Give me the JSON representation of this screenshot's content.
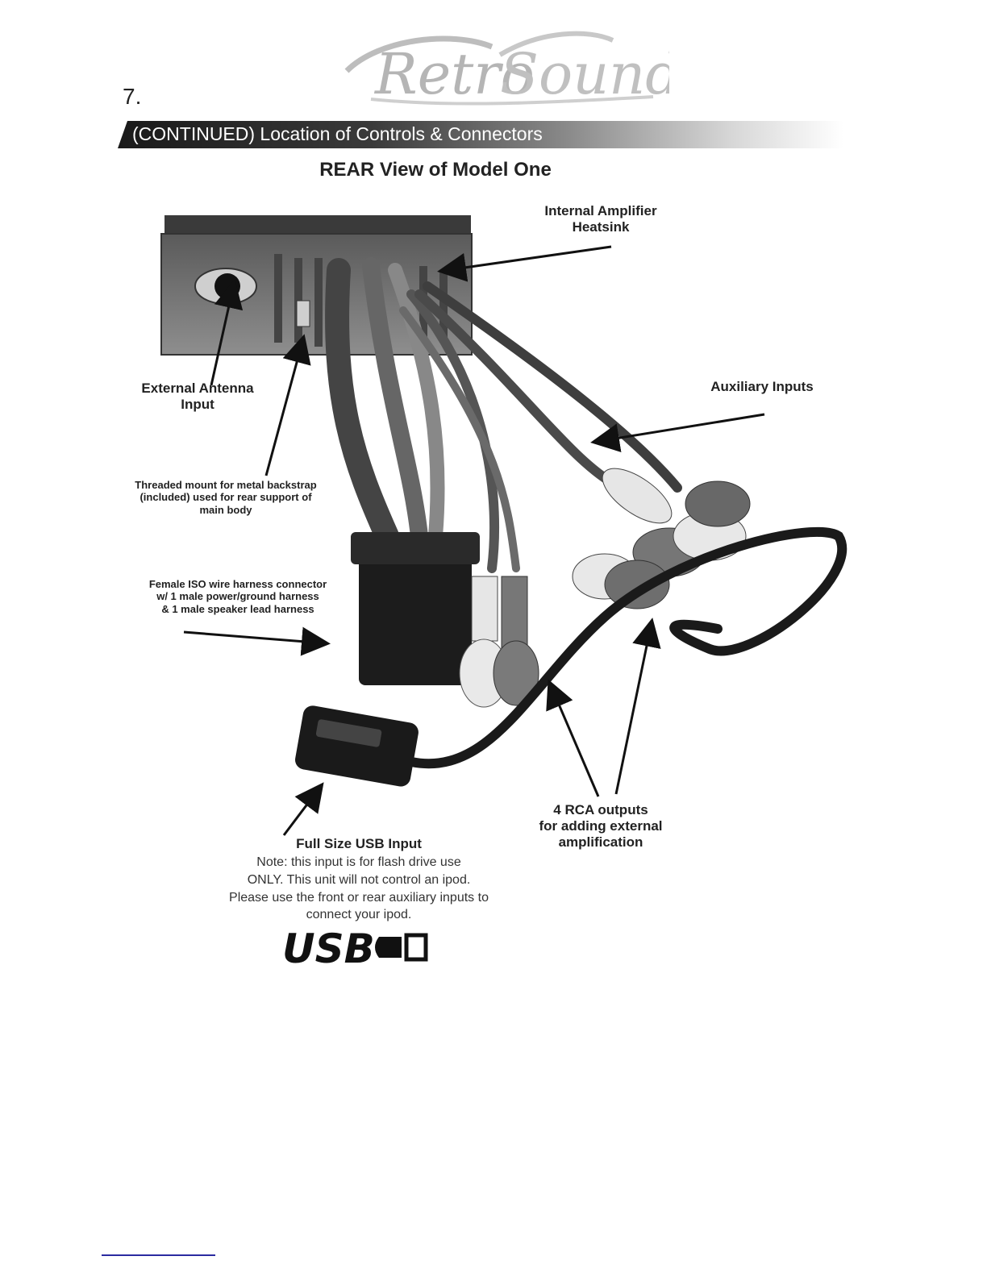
{
  "page": {
    "number": "7."
  },
  "logo": {
    "brand": "RetroSound"
  },
  "section": {
    "banner": "(CONTINUED) Location of Controls & Connectors"
  },
  "figure": {
    "title": "REAR View of Model One"
  },
  "callouts": {
    "internal_amp": "Internal Amplifier\nHeatsink",
    "external_antenna": "External Antenna\nInput",
    "auxiliary_inputs": "Auxiliary Inputs",
    "threaded_mount": "Threaded mount for metal backstrap\n(included) used for rear support of\nmain body",
    "iso_connector": "Female ISO wire harness connector\nw/ 1 male power/ground harness\n& 1 male speaker lead harness",
    "rca_outputs": "4 RCA outputs\nfor adding external\namplification",
    "usb_input": "Full Size USB Input"
  },
  "note": {
    "text": "Note: this input is for flash drive use\nONLY. This unit will not control an ipod.\nPlease use the front or rear auxiliary inputs to\nconnect your ipod."
  },
  "usb_logo": {
    "text": "USB"
  },
  "colors": {
    "ink": "#222222",
    "banner_dark": "#1a1a1a",
    "rule": "#2a2aa0"
  }
}
